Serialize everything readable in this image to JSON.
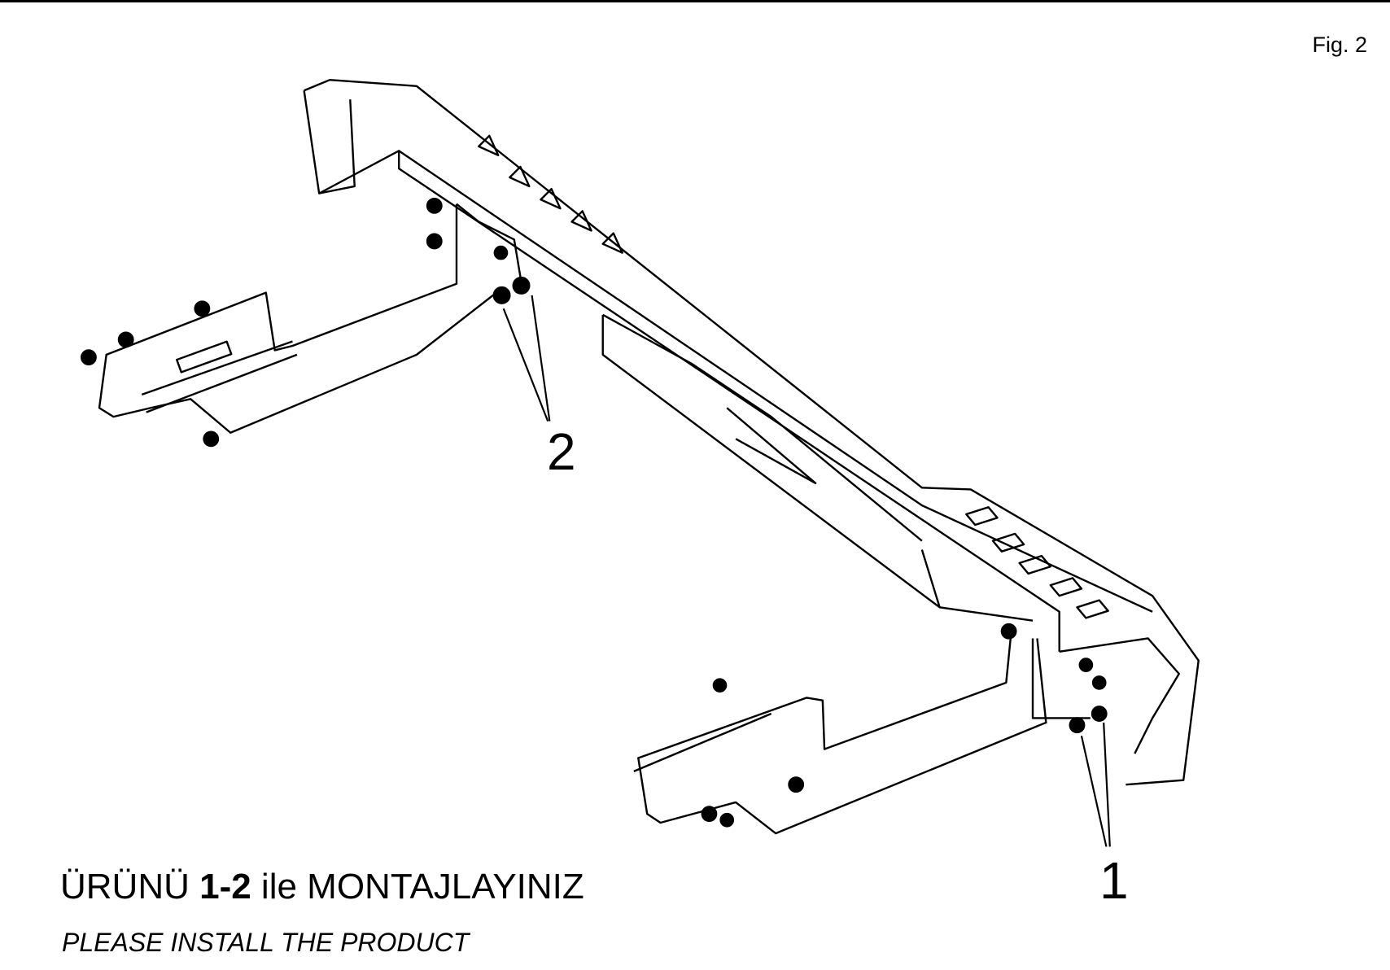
{
  "figure_label": "Fig. 2",
  "callouts": {
    "one": "1",
    "two": "2"
  },
  "instruction": {
    "prefix": "ÜRÜNÜ ",
    "bold": "1-2",
    "suffix": " ile MONTAJLAYINIZ"
  },
  "instruction_en": "PLEASE INSTALL THE PRODUCT"
}
